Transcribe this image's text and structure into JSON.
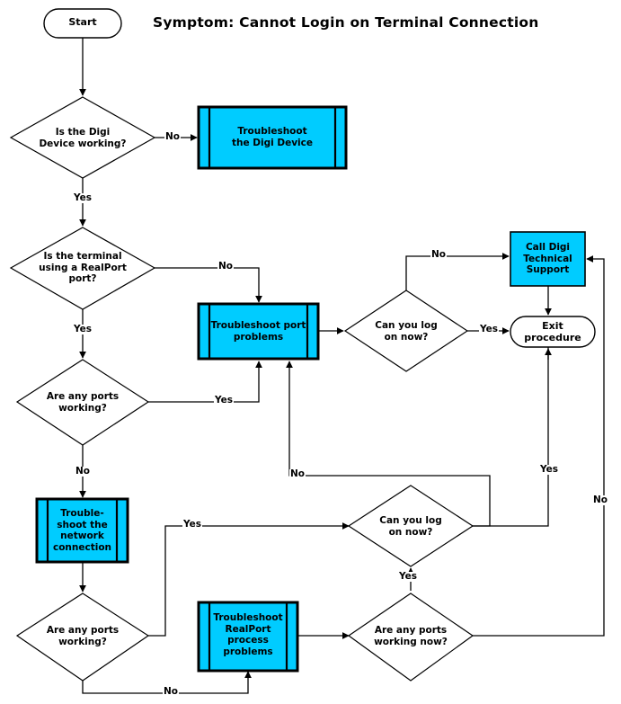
{
  "diagram": {
    "title": "Symptom: Cannot Login on Terminal Connection",
    "colors": {
      "process_fill": "#00CCFF",
      "stroke": "#000000",
      "background": "#FFFFFF",
      "text": "#000000"
    },
    "nodes": {
      "start": {
        "label": "Start",
        "type": "terminator"
      },
      "q_digi_device": {
        "label": "Is the Digi\nDevice working?",
        "type": "decision"
      },
      "p_troubleshoot_digi": {
        "label": "Troubleshoot\nthe Digi Device",
        "type": "predefined-process"
      },
      "q_realport_terminal": {
        "label": "Is the terminal\nusing a RealPort\nport?",
        "type": "decision"
      },
      "p_port_problems": {
        "label": "Troubleshoot port\nproblems",
        "type": "predefined-process"
      },
      "q_ports_working_1": {
        "label": "Are any ports\nworking?",
        "type": "decision"
      },
      "q_logon_top": {
        "label": "Can you log\non now?",
        "type": "decision"
      },
      "p_call_support": {
        "label": "Call Digi\nTechnical\nSupport",
        "type": "process"
      },
      "exit": {
        "label": "Exit\nprocedure",
        "type": "terminator"
      },
      "p_network_connection": {
        "label": "Trouble-\nshoot the\nnetwork\nconnection",
        "type": "predefined-process"
      },
      "q_logon_bottom": {
        "label": "Can you log\non now?",
        "type": "decision"
      },
      "q_ports_working_2": {
        "label": "Are any ports\nworking?",
        "type": "decision"
      },
      "p_realport_process": {
        "label": "Troubleshoot\nRealPort\nprocess\nproblems",
        "type": "predefined-process"
      },
      "q_ports_working_now": {
        "label": "Are any ports\nworking now?",
        "type": "decision"
      }
    },
    "edges": [
      {
        "id": "e1",
        "from": "start",
        "to": "q_digi_device",
        "label": ""
      },
      {
        "id": "e2",
        "from": "q_digi_device",
        "to": "p_troubleshoot_digi",
        "label": "No"
      },
      {
        "id": "e3",
        "from": "q_digi_device",
        "to": "q_realport_terminal",
        "label": "Yes"
      },
      {
        "id": "e4",
        "from": "q_realport_terminal",
        "to": "p_port_problems",
        "label": "No"
      },
      {
        "id": "e5",
        "from": "q_realport_terminal",
        "to": "q_ports_working_1",
        "label": "Yes"
      },
      {
        "id": "e6",
        "from": "q_ports_working_1",
        "to": "p_port_problems",
        "label": "Yes"
      },
      {
        "id": "e7",
        "from": "q_ports_working_1",
        "to": "p_network_connection",
        "label": "No"
      },
      {
        "id": "e8",
        "from": "p_port_problems",
        "to": "q_logon_top",
        "label": ""
      },
      {
        "id": "e9",
        "from": "q_logon_top",
        "to": "p_call_support",
        "label": "No"
      },
      {
        "id": "e10",
        "from": "q_logon_top",
        "to": "exit",
        "label": "Yes"
      },
      {
        "id": "e11",
        "from": "p_call_support",
        "to": "exit",
        "label": ""
      },
      {
        "id": "e12",
        "from": "p_network_connection",
        "to": "q_ports_working_2",
        "label": ""
      },
      {
        "id": "e13",
        "from": "q_ports_working_2",
        "to": "q_logon_bottom",
        "label": "Yes"
      },
      {
        "id": "e14",
        "from": "q_ports_working_2",
        "to": "p_realport_process",
        "label": "No"
      },
      {
        "id": "e15",
        "from": "q_logon_bottom",
        "to": "p_port_problems",
        "label": "No"
      },
      {
        "id": "e16",
        "from": "q_logon_bottom",
        "to": "exit",
        "label": "Yes"
      },
      {
        "id": "e17",
        "from": "p_realport_process",
        "to": "q_ports_working_now",
        "label": ""
      },
      {
        "id": "e18",
        "from": "q_ports_working_now",
        "to": "q_logon_bottom",
        "label": "Yes"
      },
      {
        "id": "e19",
        "from": "q_ports_working_now",
        "to": "p_call_support",
        "label": "No"
      }
    ],
    "edge_labels": {
      "no_digi": "No",
      "yes_digi": "Yes",
      "no_realport": "No",
      "yes_realport": "Yes",
      "yes_ports1": "Yes",
      "no_ports1": "No",
      "no_logon_top": "No",
      "yes_logon_top": "Yes",
      "no_logon_bottom": "No",
      "yes_ports2": "Yes",
      "yes_logon_bottom": "Yes",
      "yes_portsnow": "Yes",
      "no_portsnow": "No",
      "no_ports2": "No"
    }
  }
}
